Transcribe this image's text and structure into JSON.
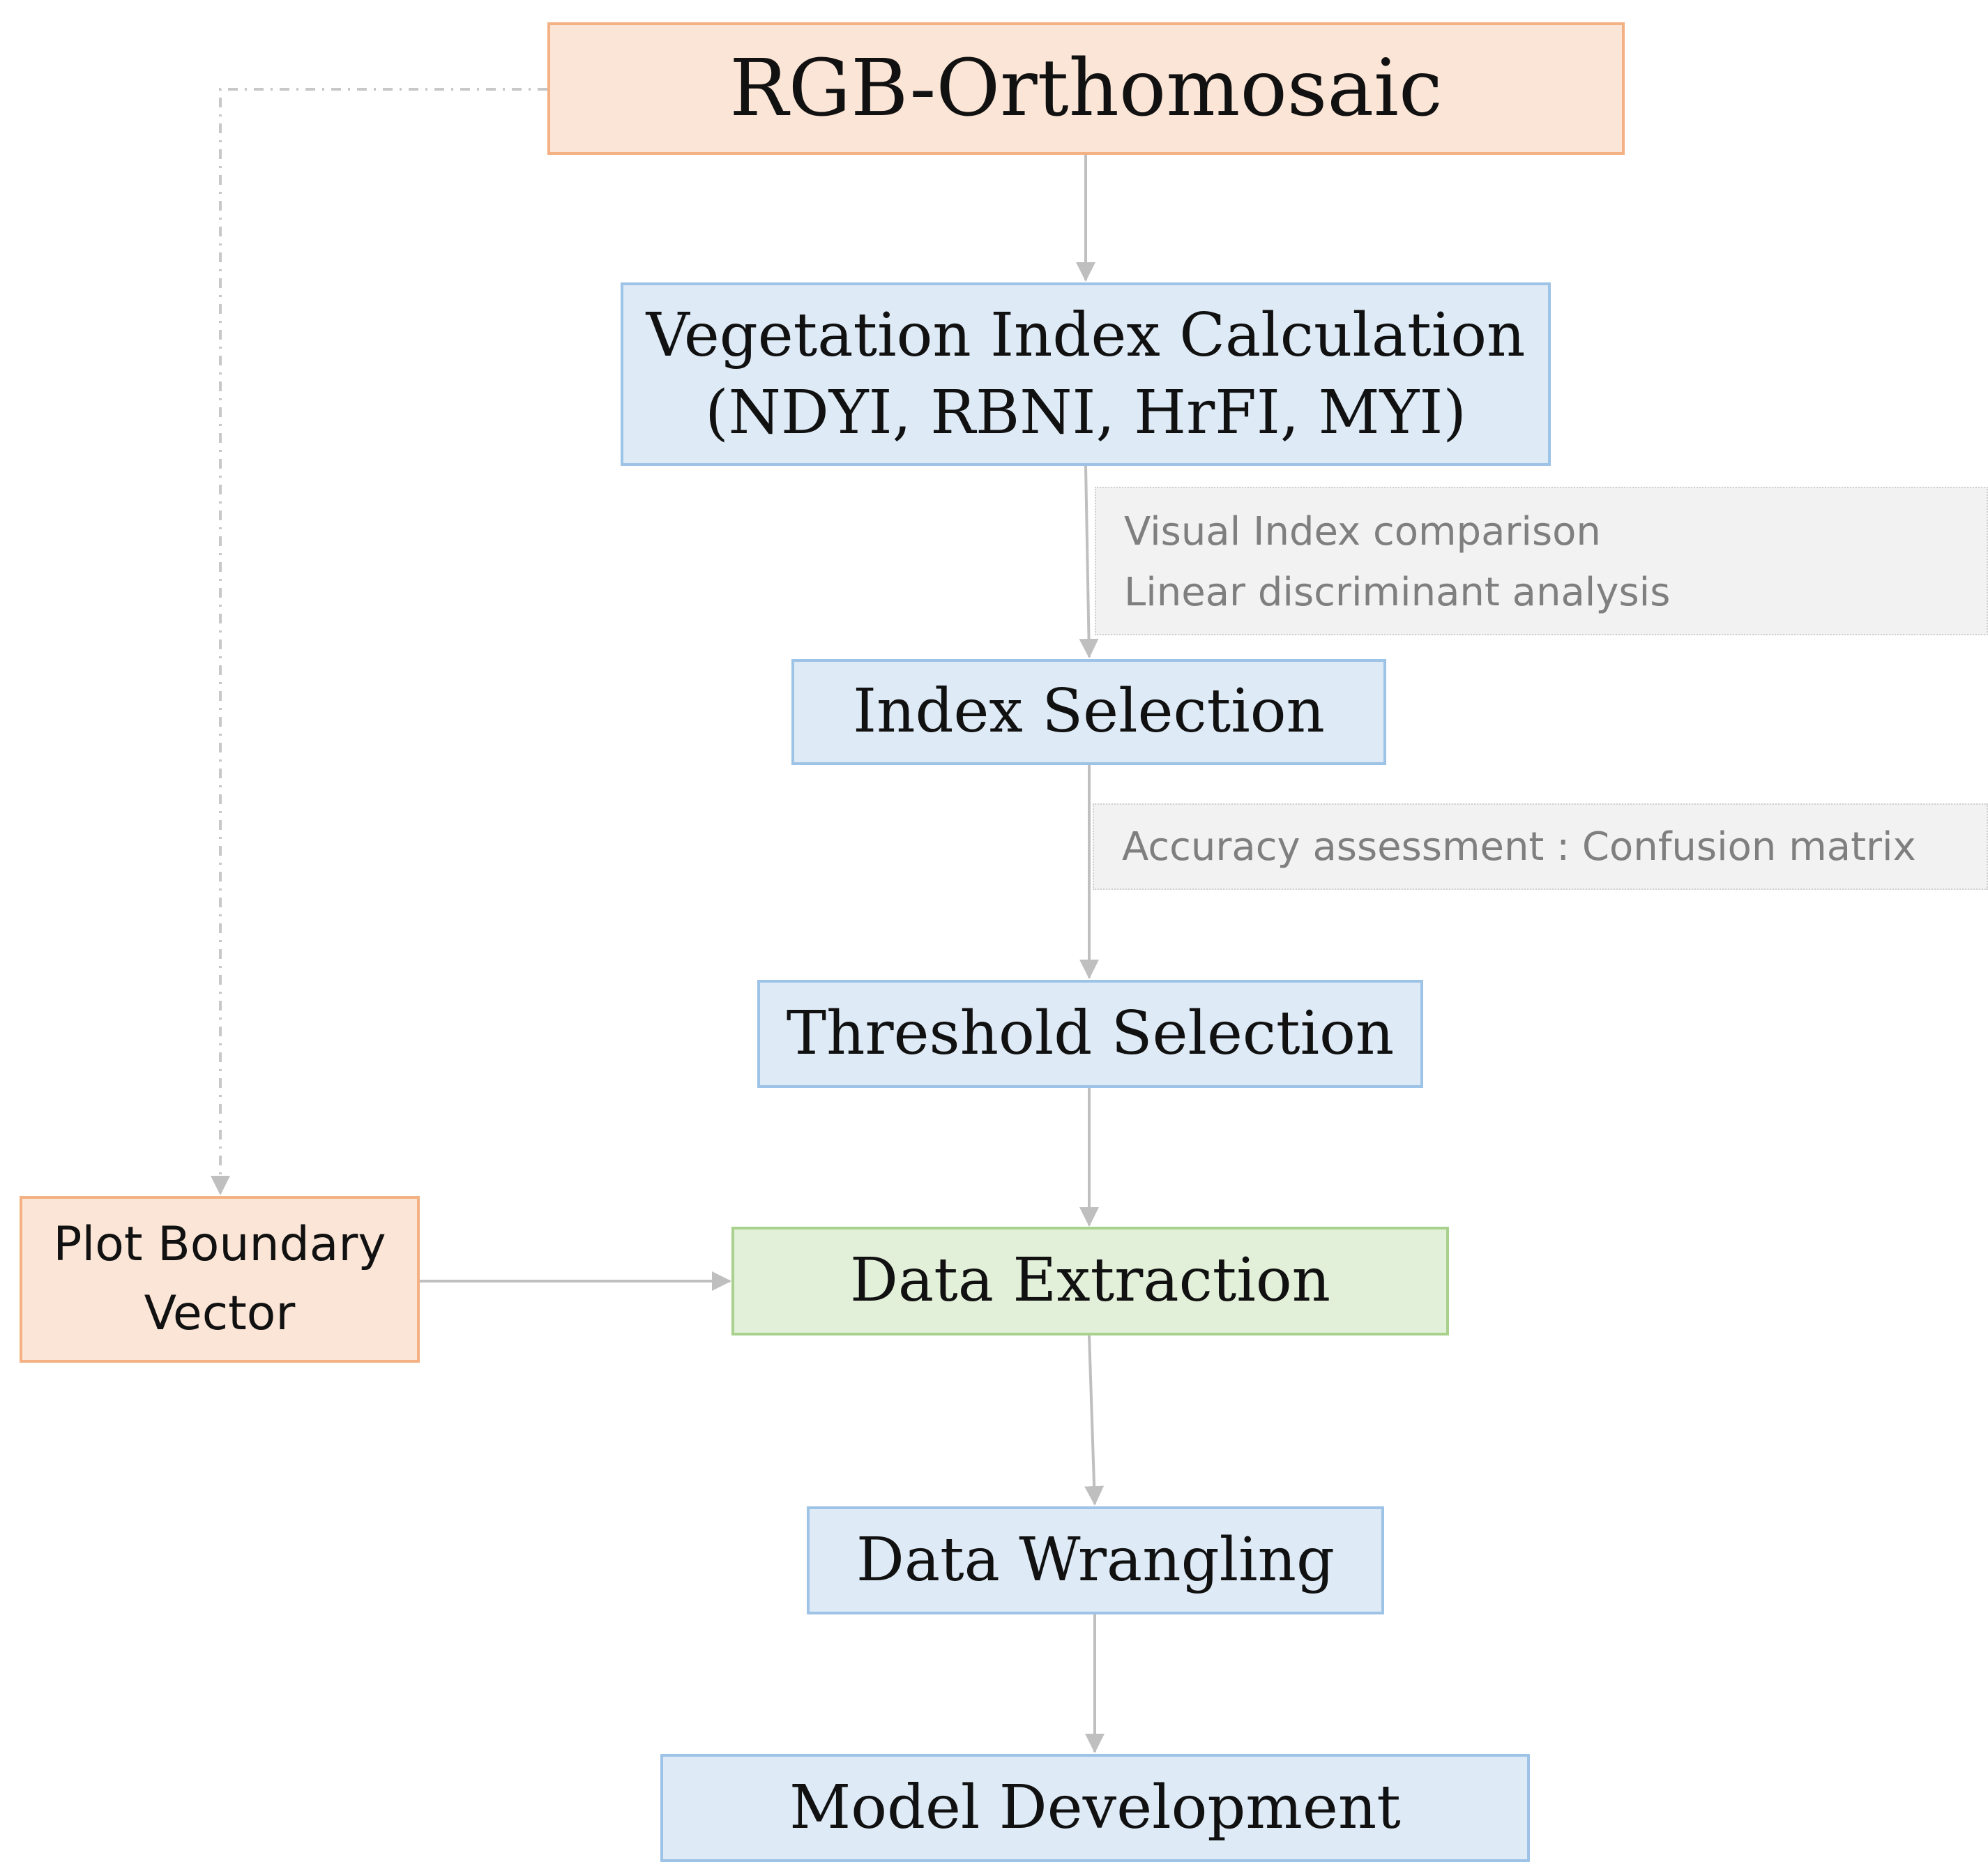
{
  "nodes": {
    "rgb_orthomosaic": {
      "label": "RGB-Orthomosaic"
    },
    "vegetation_index": {
      "line1": "Vegetation Index Calculation",
      "line2": "(NDYI, RBNI, HrFI, MYI)"
    },
    "index_selection": {
      "label": "Index Selection"
    },
    "threshold_selection": {
      "label": "Threshold Selection"
    },
    "plot_boundary": {
      "line1": "Plot Boundary",
      "line2": "Vector"
    },
    "data_extraction": {
      "label": "Data Extraction"
    },
    "data_wrangling": {
      "label": "Data Wrangling"
    },
    "model_development": {
      "label": "Model Development"
    }
  },
  "notes": {
    "index_methods": {
      "line1": "Visual Index comparison",
      "line2": "Linear discriminant analysis"
    },
    "accuracy": {
      "label": "Accuracy assessment : Confusion matrix"
    }
  },
  "colors": {
    "orange_fill": "#fbe5d6",
    "orange_border": "#f4b183",
    "blue_fill": "#deebf7",
    "blue_border": "#9dc3e6",
    "green_fill": "#e2f0d9",
    "green_border": "#a9d18e",
    "note_fill": "#f2f2f2",
    "note_text": "#7f7f7f",
    "connector": "#bfbfbf"
  }
}
